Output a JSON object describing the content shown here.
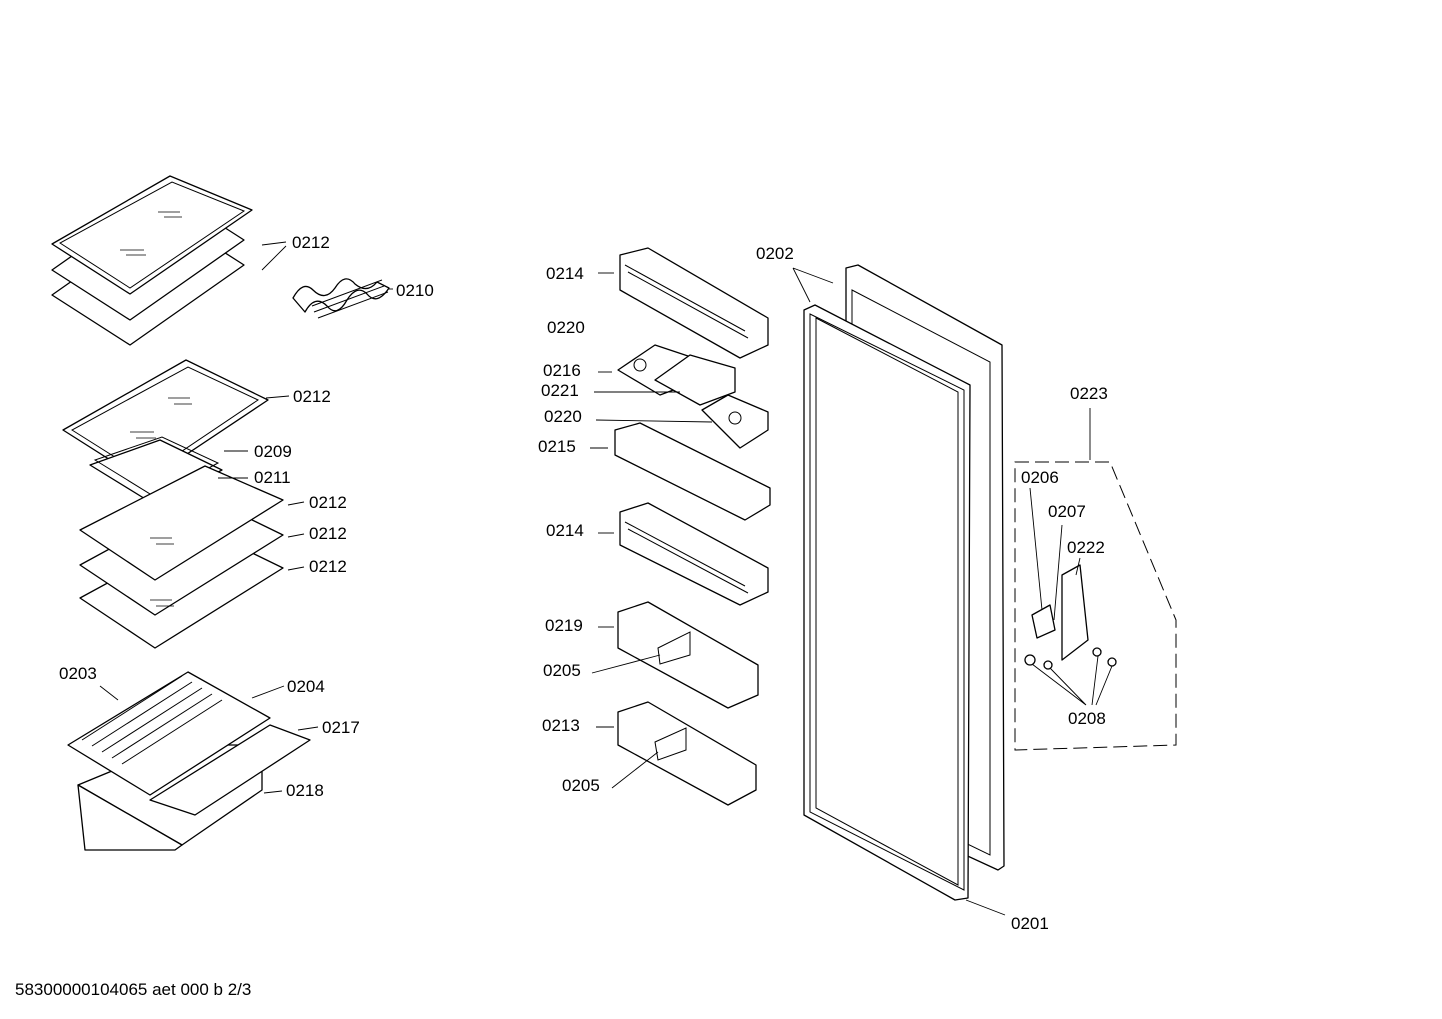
{
  "labels": {
    "shelf_top": "0212",
    "wine_rack": "0210",
    "shelf_mid": "0212",
    "part_0209": "0209",
    "part_0211": "0211",
    "shelf_a": "0212",
    "shelf_b": "0212",
    "shelf_c": "0212",
    "part_0203": "0203",
    "part_0204": "0204",
    "part_0217": "0217",
    "part_0218": "0218",
    "bin_top": "0214",
    "egg_tray_top": "0220",
    "part_0216": "0216",
    "part_0221": "0221",
    "egg_tray_bottom": "0220",
    "part_0215": "0215",
    "bin_middle": "0214",
    "part_0219": "0219",
    "divider_a": "0205",
    "part_0213": "0213",
    "divider_b": "0205",
    "door_seal": "0202",
    "door": "0201",
    "hinge_group": "0223",
    "part_0206": "0206",
    "part_0207": "0207",
    "part_0222": "0222",
    "screws": "0208"
  },
  "footer": "58300000104065 aet 000 b 2/3"
}
